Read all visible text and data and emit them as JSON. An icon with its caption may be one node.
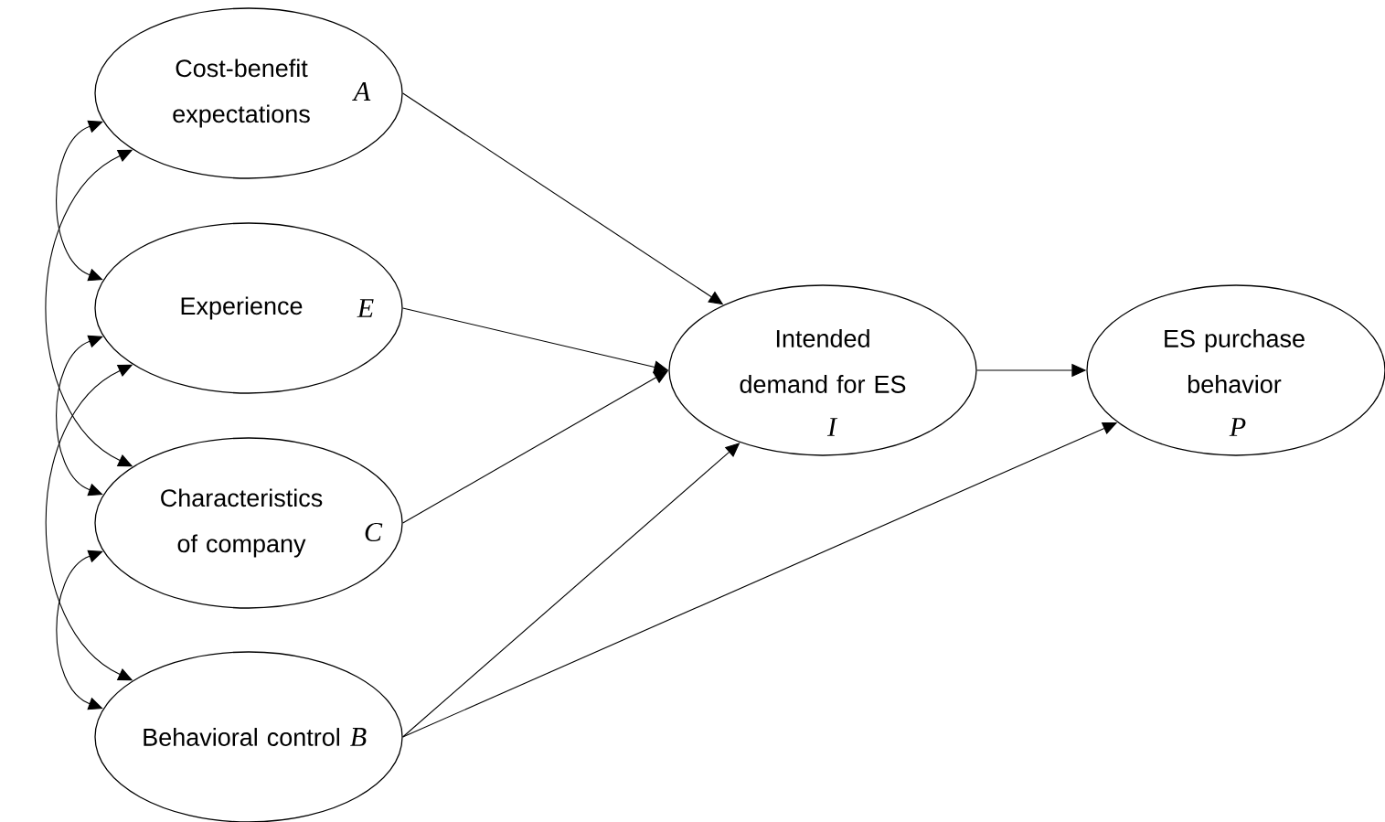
{
  "diagram": {
    "nodes": [
      {
        "text": [
          "Cost-benefit expectations",
          "A"
        ]
      },
      {
        "text": [
          "Experience",
          "E"
        ]
      },
      {
        "text": [
          "Characteristics of company",
          "C"
        ]
      },
      {
        "text": [
          "Behavioral control",
          "B"
        ]
      },
      {
        "text": [
          "Intended demand for ES",
          "I"
        ]
      },
      {
        "text": [
          "ES purchase behavior",
          "P"
        ]
      }
    ],
    "edges": [
      {
        "from": 0,
        "to": 4,
        "arrow": "to"
      },
      {
        "from": 1,
        "to": 4,
        "arrow": "to"
      },
      {
        "from": 2,
        "to": 4,
        "arrow": "to"
      },
      {
        "from": 3,
        "to": 4,
        "arrow": "to"
      },
      {
        "from": 3,
        "to": 5,
        "arrow": "to"
      },
      {
        "from": 4,
        "to": 5,
        "arrow": "to"
      },
      {
        "from": 0,
        "to": 1,
        "arrow": "both"
      },
      {
        "from": 0,
        "to": 2,
        "arrow": "both"
      },
      {
        "from": 1,
        "to": 2,
        "arrow": "both"
      },
      {
        "from": 1,
        "to": 3,
        "arrow": "both"
      },
      {
        "from": 2,
        "to": 3,
        "arrow": "both"
      }
    ]
  }
}
